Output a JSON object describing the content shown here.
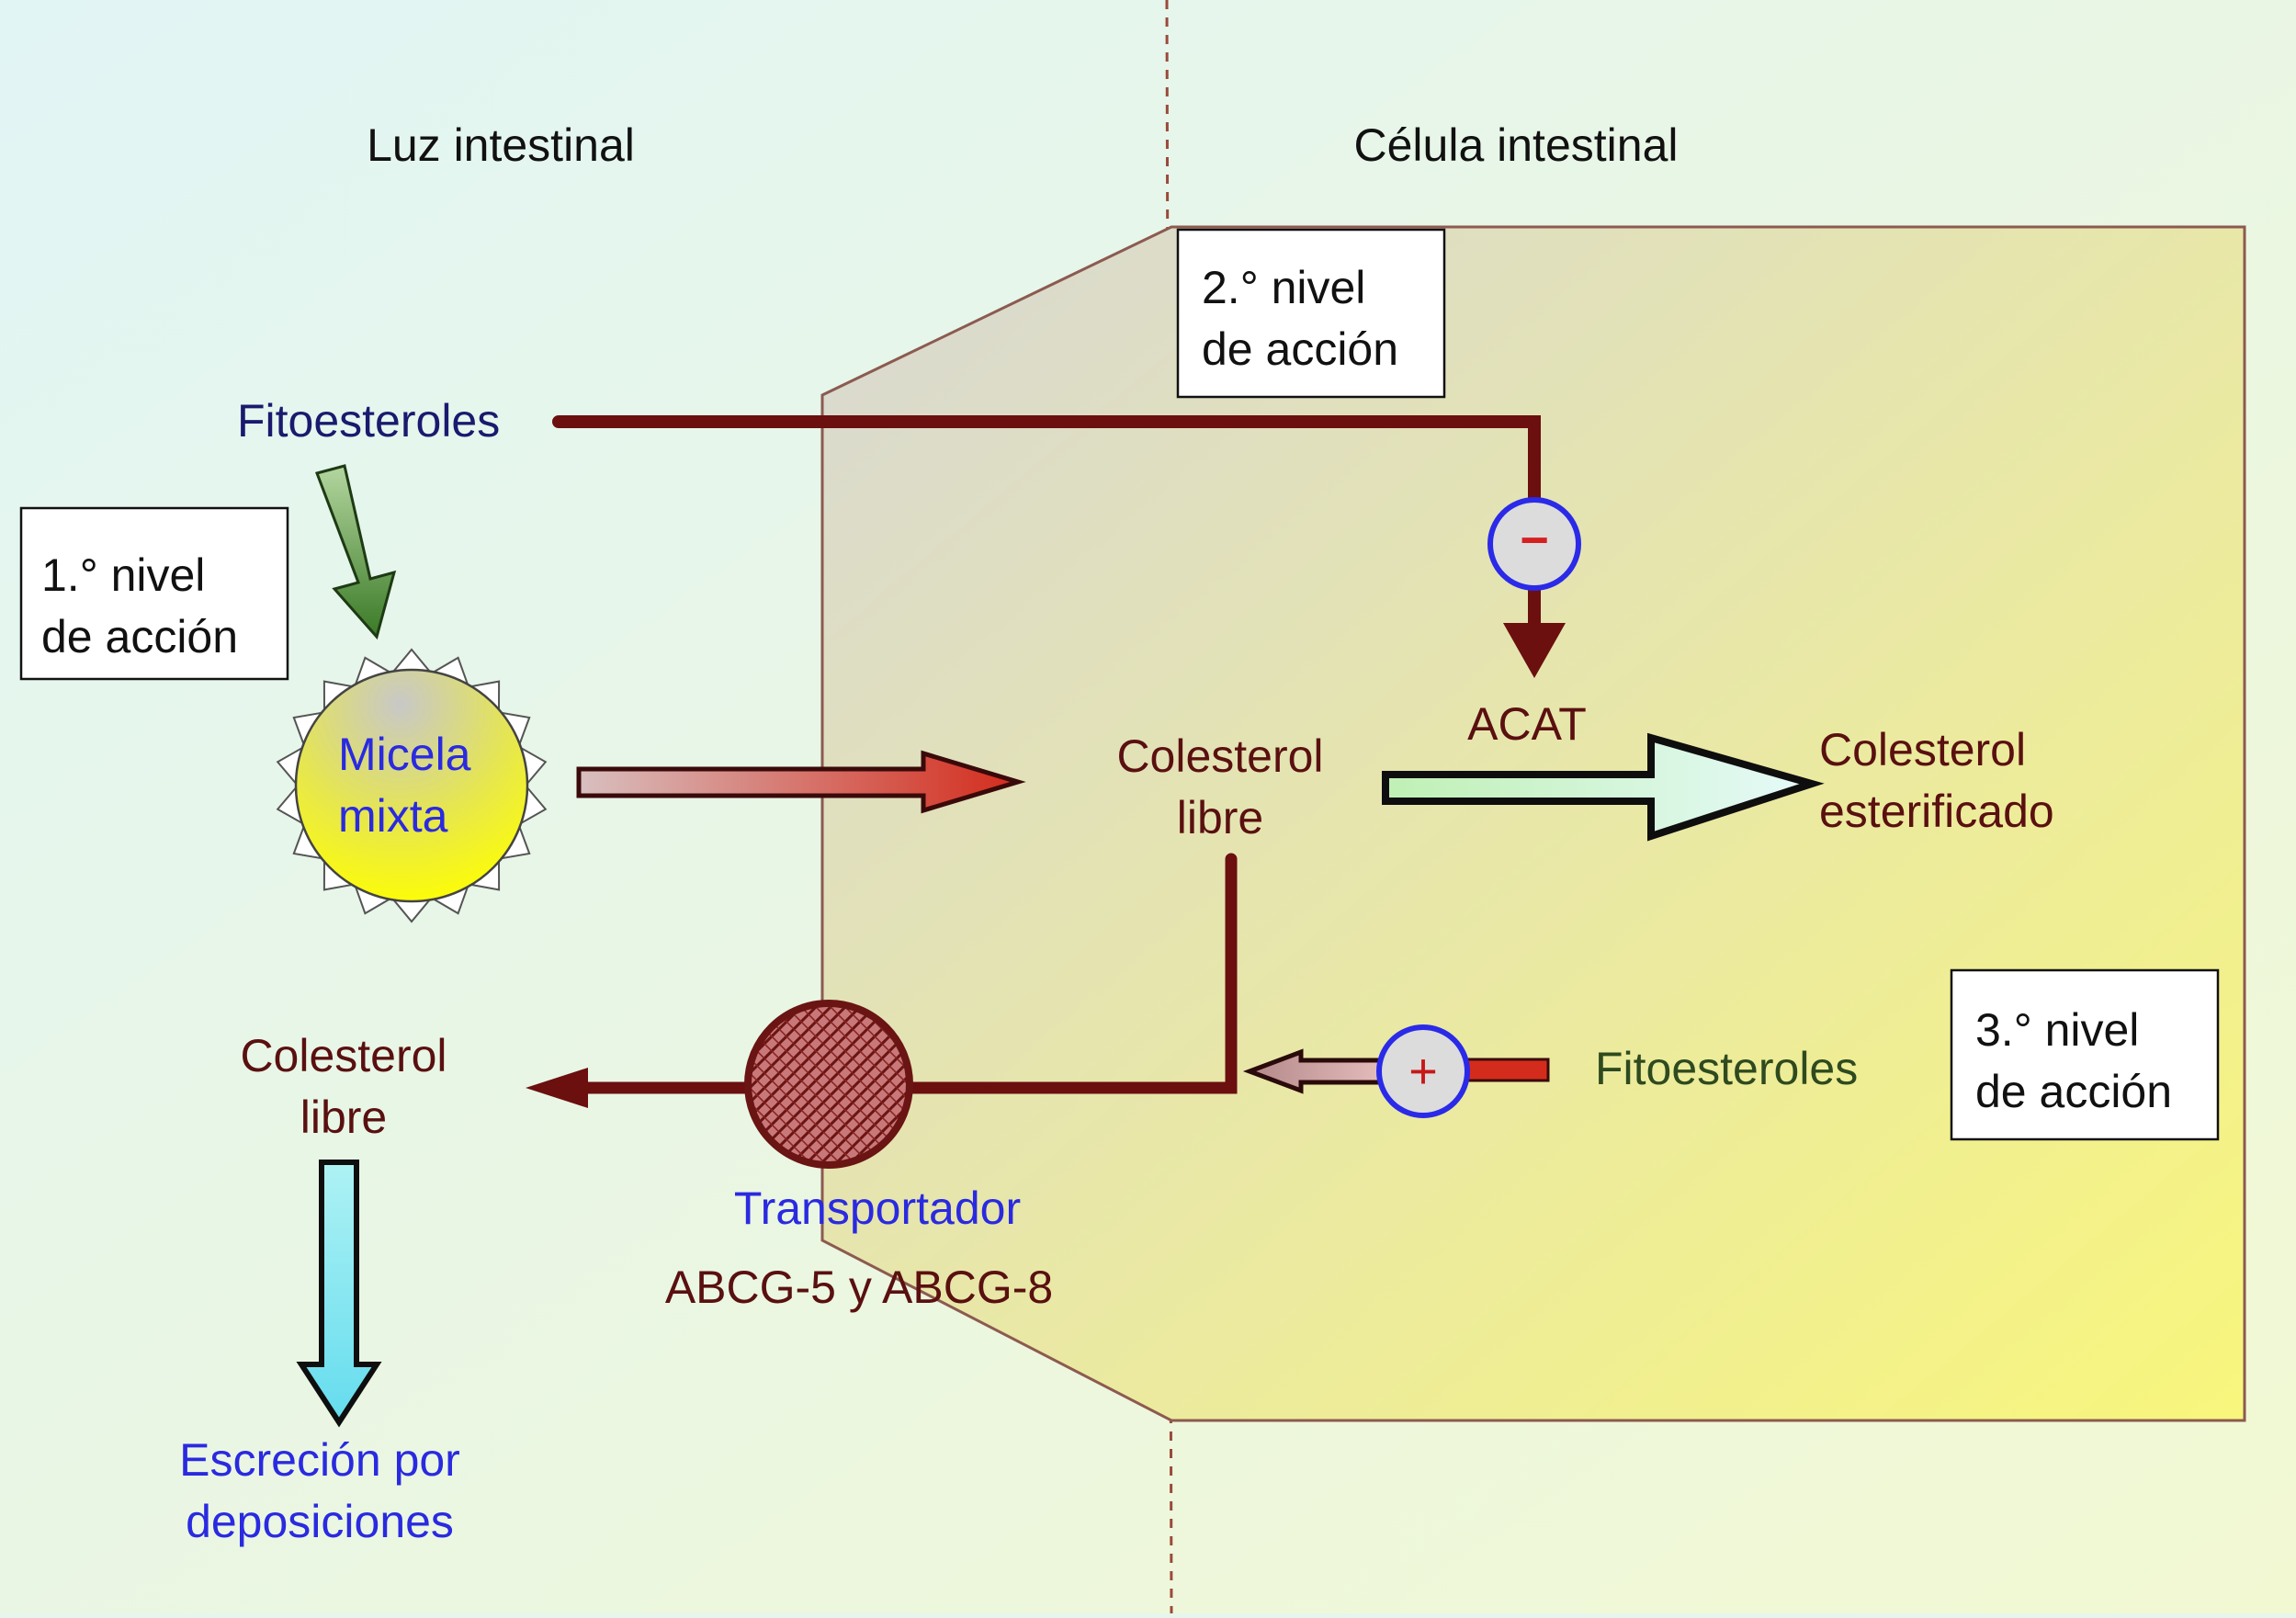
{
  "regions": {
    "lumen_title": "Luz intestinal",
    "cell_title": "Célula intestinal"
  },
  "levels": {
    "first": [
      "1.° nivel",
      "de acción"
    ],
    "second": [
      "2.° nivel",
      "de acción"
    ],
    "third": [
      "3.° nivel",
      "de acción"
    ]
  },
  "labels": {
    "phytosterols_top": "Fitoesteroles",
    "micelle": [
      "Micela",
      "mixta"
    ],
    "free_cholesterol_cell": [
      "Colesterol",
      "libre"
    ],
    "acat": "ACAT",
    "esterified_cholesterol": [
      "Colesterol",
      "esterificado"
    ],
    "free_cholesterol_lumen": [
      "Colesterol",
      "libre"
    ],
    "transporter": "Transportador",
    "transporter_genes": "ABCG-5 y ABCG-8",
    "phytosterols_bottom": "Fitoesteroles",
    "excretion": [
      "Escreción por",
      "deposiciones"
    ]
  },
  "signs": {
    "inhibition": "−",
    "activation": "+"
  },
  "colors": {
    "background_start": "#e1f5f5",
    "background_end": "#f2f8d2",
    "cell_fill_start": "#d8d8d4",
    "cell_fill_end": "#f8f67c",
    "cell_border": "#8c5a50",
    "dark_red_arrow": "#6b0f0f",
    "navy_text": "#1a1a6e",
    "blue_text": "#2a2ae0",
    "maroon_text": "#5a1010",
    "green_text": "#2e4a1e",
    "sign_ring": "#2a2ae8",
    "sign_minus": "#d62020",
    "sign_plus": "#c81818"
  }
}
